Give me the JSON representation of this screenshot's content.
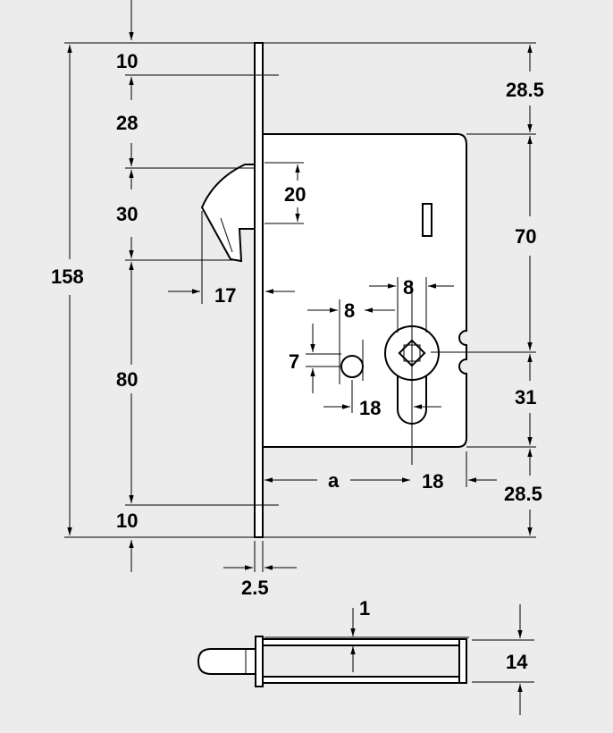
{
  "drawing": {
    "background": "#ececec",
    "line_color": "#000000",
    "part_fill": "#ffffff"
  },
  "dimensions": {
    "top_10": "10",
    "d_28": "28",
    "d_30": "30",
    "d_80": "80",
    "bottom_10": "10",
    "total_158": "158",
    "hook_20": "20",
    "hook_17": "17",
    "right_28_5_top": "28.5",
    "right_70": "70",
    "right_31": "31",
    "right_28_5_bottom": "28.5",
    "spindle_8_h": "8",
    "spindle_7_v": "7",
    "spindle_18": "18",
    "cyl_8": "8",
    "backset_a": "a",
    "backset_18": "18",
    "faceplate_2_5": "2.5",
    "side_1": "1",
    "side_14": "14"
  }
}
